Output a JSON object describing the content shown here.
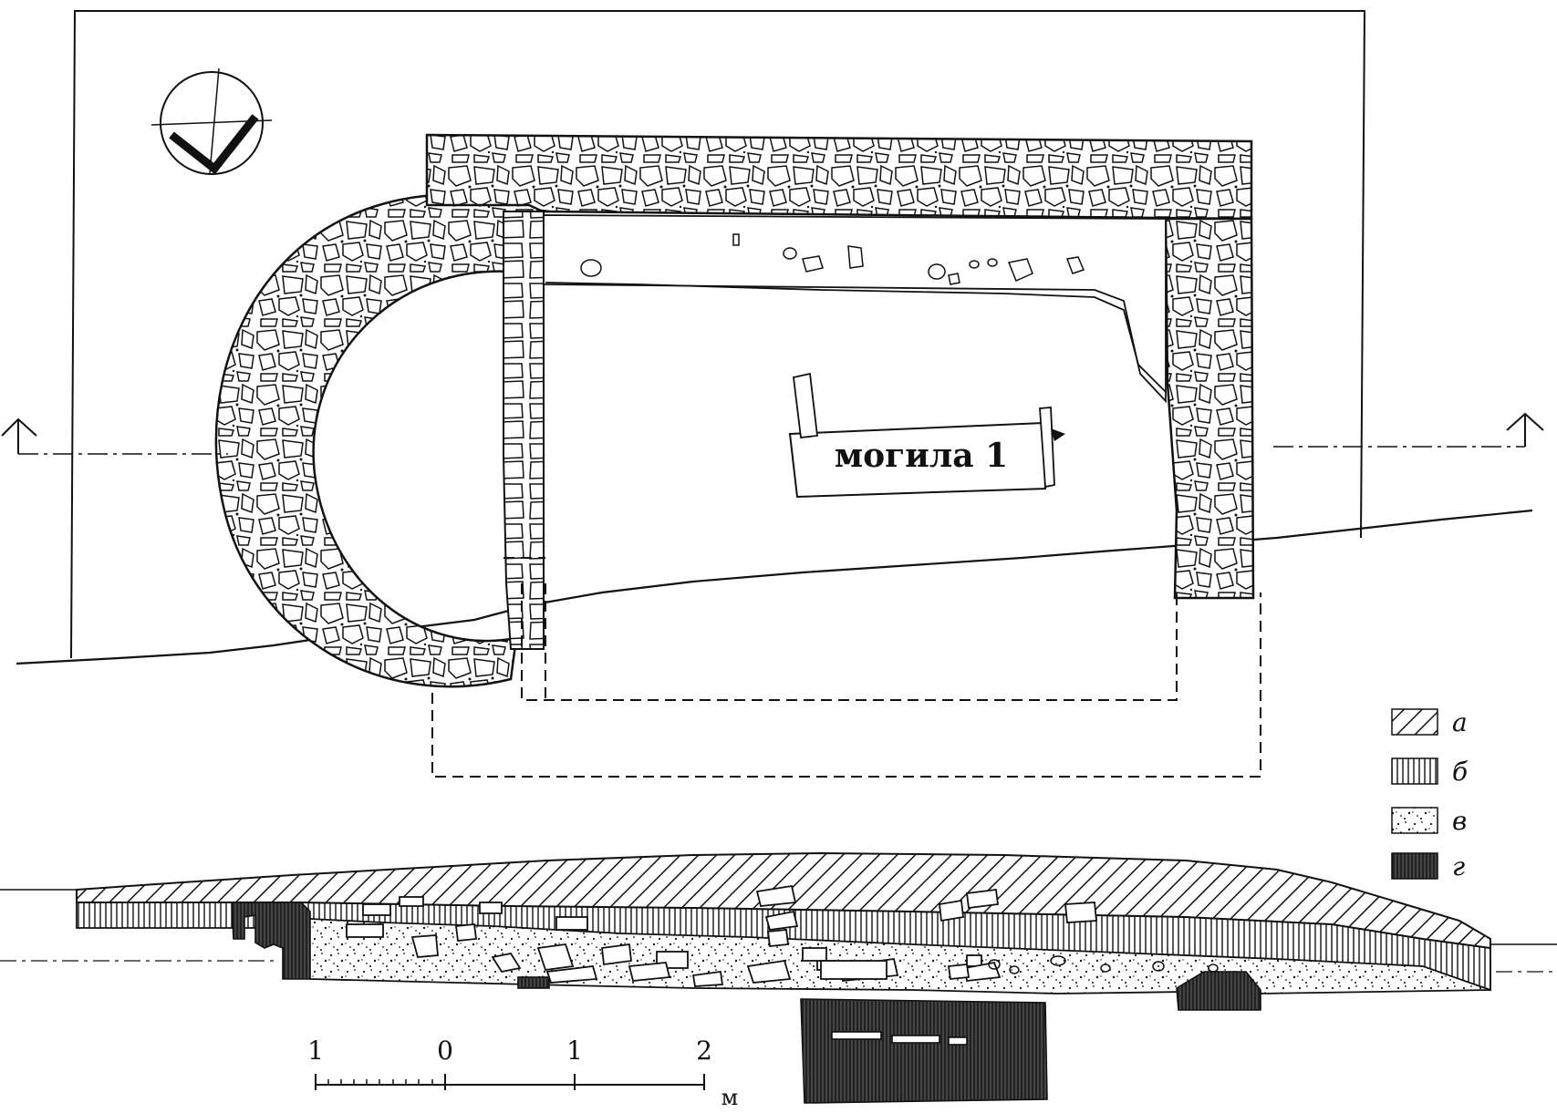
{
  "plan": {
    "grave_label": "могила 1"
  },
  "legend": {
    "items": [
      {
        "key": "а",
        "pattern": "diagonal-hatch"
      },
      {
        "key": "б",
        "pattern": "vertical-hatch"
      },
      {
        "key": "в",
        "pattern": "stipple"
      },
      {
        "key": "г",
        "pattern": "dark-dense-hatch"
      }
    ]
  },
  "scale_bar": {
    "labels": [
      "1",
      "0",
      "1",
      "2"
    ],
    "unit": "м"
  },
  "symbols": {
    "north_arrow": "north-arrow-icon",
    "section_markers": [
      "section-marker-left-icon",
      "section-marker-right-icon"
    ]
  },
  "colors": {
    "ink": "#111111",
    "paper": "#ffffff"
  }
}
